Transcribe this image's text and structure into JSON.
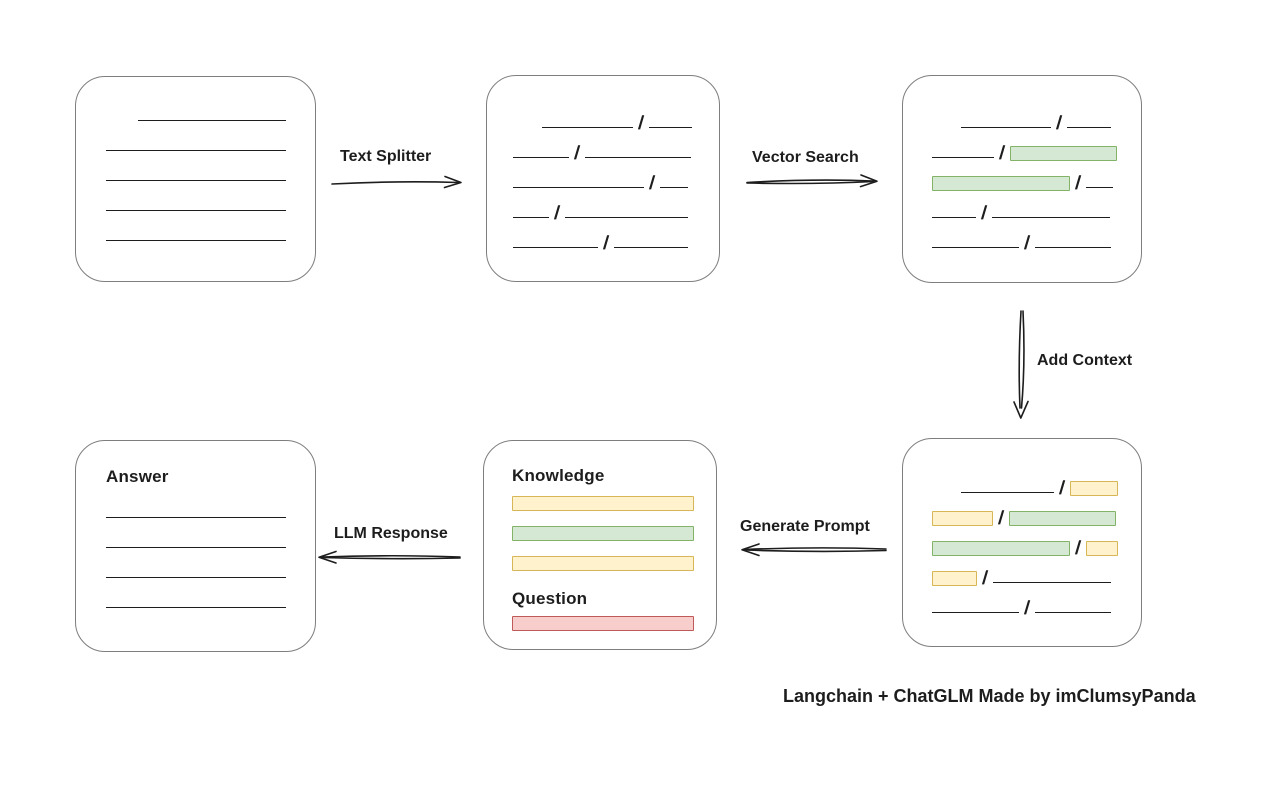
{
  "palette": {
    "text": "#1d1d1d",
    "line": "#1d1d1d",
    "box_border": "#7e7e7e",
    "green_fill": "#d5e8d4",
    "green_border": "#82b366",
    "yellow_fill": "#fff2cc",
    "yellow_border": "#d6b656",
    "red_fill": "#f8cecc",
    "red_border": "#c05a58"
  },
  "caption": "Langchain + ChatGLM Made by imClumsyPanda",
  "arrows": {
    "text_splitter": {
      "label": "Text Splitter"
    },
    "vector_search": {
      "label": "Vector Search"
    },
    "add_context": {
      "label": "Add Context"
    },
    "generate_prompt": {
      "label": "Generate Prompt"
    },
    "llm_response": {
      "label": "LLM Response"
    }
  },
  "boxes": {
    "document": {
      "rows": [
        {
          "indent": 32,
          "segs": [
            {
              "t": "line",
              "w": 148
            }
          ]
        },
        {
          "segs": [
            {
              "t": "line",
              "w": 180
            }
          ]
        },
        {
          "segs": [
            {
              "t": "line",
              "w": 180
            }
          ]
        },
        {
          "segs": [
            {
              "t": "line",
              "w": 180
            }
          ]
        },
        {
          "segs": [
            {
              "t": "line",
              "w": 180
            }
          ]
        }
      ]
    },
    "split_chunks": {
      "rows": [
        {
          "indent": 29,
          "segs": [
            {
              "t": "line",
              "w": 91
            },
            {
              "t": "line",
              "w": 43
            }
          ]
        },
        {
          "segs": [
            {
              "t": "line",
              "w": 56
            },
            {
              "t": "line",
              "w": 106
            }
          ]
        },
        {
          "segs": [
            {
              "t": "line",
              "w": 131
            },
            {
              "t": "line",
              "w": 28
            }
          ]
        },
        {
          "segs": [
            {
              "t": "line",
              "w": 36
            },
            {
              "t": "line",
              "w": 123
            }
          ]
        },
        {
          "segs": [
            {
              "t": "line",
              "w": 85
            },
            {
              "t": "line",
              "w": 74
            }
          ]
        }
      ]
    },
    "vector_matches": {
      "rows": [
        {
          "indent": 29,
          "segs": [
            {
              "t": "line",
              "w": 90
            },
            {
              "t": "line",
              "w": 44
            }
          ]
        },
        {
          "segs": [
            {
              "t": "line",
              "w": 62
            },
            {
              "t": "green",
              "w": 107
            }
          ]
        },
        {
          "segs": [
            {
              "t": "green",
              "w": 138
            },
            {
              "t": "line",
              "w": 27
            }
          ]
        },
        {
          "segs": [
            {
              "t": "line",
              "w": 44
            },
            {
              "t": "line",
              "w": 118
            }
          ]
        },
        {
          "segs": [
            {
              "t": "line",
              "w": 87
            },
            {
              "t": "line",
              "w": 76
            }
          ]
        }
      ]
    },
    "context_chunks": {
      "rows": [
        {
          "indent": 29,
          "segs": [
            {
              "t": "line",
              "w": 93
            },
            {
              "t": "yellow",
              "w": 48
            }
          ]
        },
        {
          "segs": [
            {
              "t": "yellow",
              "w": 61
            },
            {
              "t": "green",
              "w": 107
            }
          ]
        },
        {
          "segs": [
            {
              "t": "green",
              "w": 138
            },
            {
              "t": "yellow",
              "w": 32
            }
          ]
        },
        {
          "segs": [
            {
              "t": "yellow",
              "w": 45
            },
            {
              "t": "line",
              "w": 118
            }
          ]
        },
        {
          "segs": [
            {
              "t": "line",
              "w": 87
            },
            {
              "t": "line",
              "w": 76
            }
          ]
        }
      ]
    },
    "prompt": {
      "knowledge_label": "Knowledge",
      "question_label": "Question",
      "bars": [
        {
          "t": "yellow"
        },
        {
          "t": "green"
        },
        {
          "t": "yellow"
        }
      ],
      "question_bars": [
        {
          "t": "red"
        }
      ]
    },
    "answer": {
      "title": "Answer",
      "rows": [
        {
          "segs": [
            {
              "t": "line",
              "w": 180
            }
          ]
        },
        {
          "segs": [
            {
              "t": "line",
              "w": 180
            }
          ]
        },
        {
          "segs": [
            {
              "t": "line",
              "w": 180
            }
          ]
        },
        {
          "segs": [
            {
              "t": "line",
              "w": 180
            }
          ]
        }
      ]
    }
  }
}
